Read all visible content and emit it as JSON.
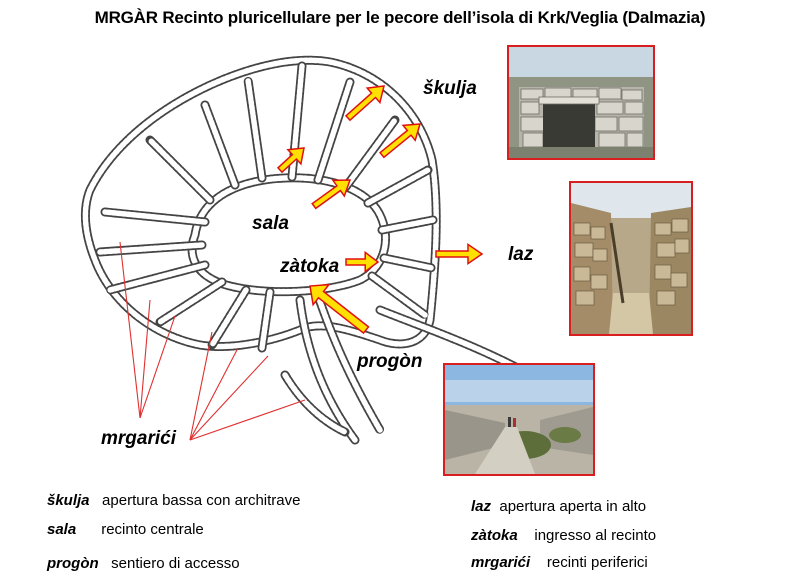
{
  "title": "MRGÀR Recinto pluricellulare per le pecore dell’isola di Krk/Veglia (Dalmazia)",
  "labels": {
    "skulja": "škulja",
    "sala": "sala",
    "zatoka": "zàtoka",
    "laz": "laz",
    "progon": "progòn",
    "mrgarici": "mrgarići"
  },
  "legend": [
    {
      "term": "škulja",
      "desc": "apertura bassa con architrave"
    },
    {
      "term": "sala",
      "desc": "recinto centrale"
    },
    {
      "term": "progòn",
      "desc": "sentiero di accesso"
    },
    {
      "term": "laz",
      "desc": "apertura aperta in alto"
    },
    {
      "term": "zàtoka",
      "desc": "ingresso al recinto"
    },
    {
      "term": "mrgarići",
      "desc": "recinti periferici"
    }
  ],
  "colors": {
    "arrow_fill": "#ffe000",
    "arrow_stroke": "#e01010",
    "pointer_line": "#e03030",
    "photo_border": "#d81e1e",
    "wall": "#444444"
  }
}
